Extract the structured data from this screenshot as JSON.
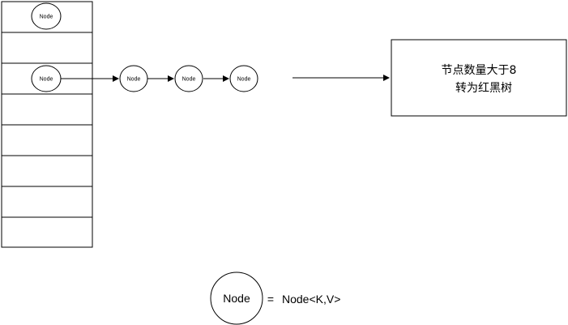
{
  "bucket_array": {
    "slot_count": 8,
    "slots": [
      {
        "index": 0,
        "node_label": "Node"
      },
      {
        "index": 1,
        "node_label": ""
      },
      {
        "index": 2,
        "node_label": "Node"
      },
      {
        "index": 3,
        "node_label": ""
      },
      {
        "index": 4,
        "node_label": ""
      },
      {
        "index": 5,
        "node_label": ""
      },
      {
        "index": 6,
        "node_label": ""
      },
      {
        "index": 7,
        "node_label": ""
      }
    ]
  },
  "linked_list": {
    "nodes": [
      "Node",
      "Node",
      "Node"
    ]
  },
  "conversion_box": {
    "line1": "节点数量大于8",
    "line2": "转为红黑树"
  },
  "legend": {
    "node_label": "Node",
    "equals": "=",
    "definition": "Node<K,V>"
  },
  "colors": {
    "stroke": "#000000",
    "fill": "#ffffff"
  }
}
